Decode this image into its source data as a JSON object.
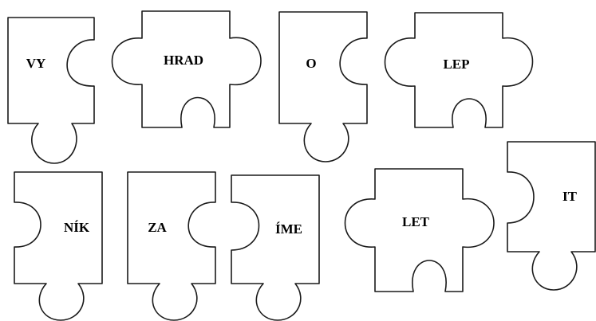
{
  "title": "",
  "pieces": [
    {
      "id": "vy",
      "label": "VY"
    },
    {
      "id": "hrad",
      "label": "HRAD"
    },
    {
      "id": "o",
      "label": "O"
    },
    {
      "id": "lep",
      "label": "LEP"
    },
    {
      "id": "nik",
      "label": "NÍK"
    },
    {
      "id": "za",
      "label": "ZA"
    },
    {
      "id": "ime",
      "label": "ÍME"
    },
    {
      "id": "let",
      "label": "LET"
    },
    {
      "id": "it",
      "label": "IT"
    }
  ],
  "colors": {
    "outline": "#1a1a1a",
    "fill": "#ffffff",
    "text": "#000000"
  }
}
